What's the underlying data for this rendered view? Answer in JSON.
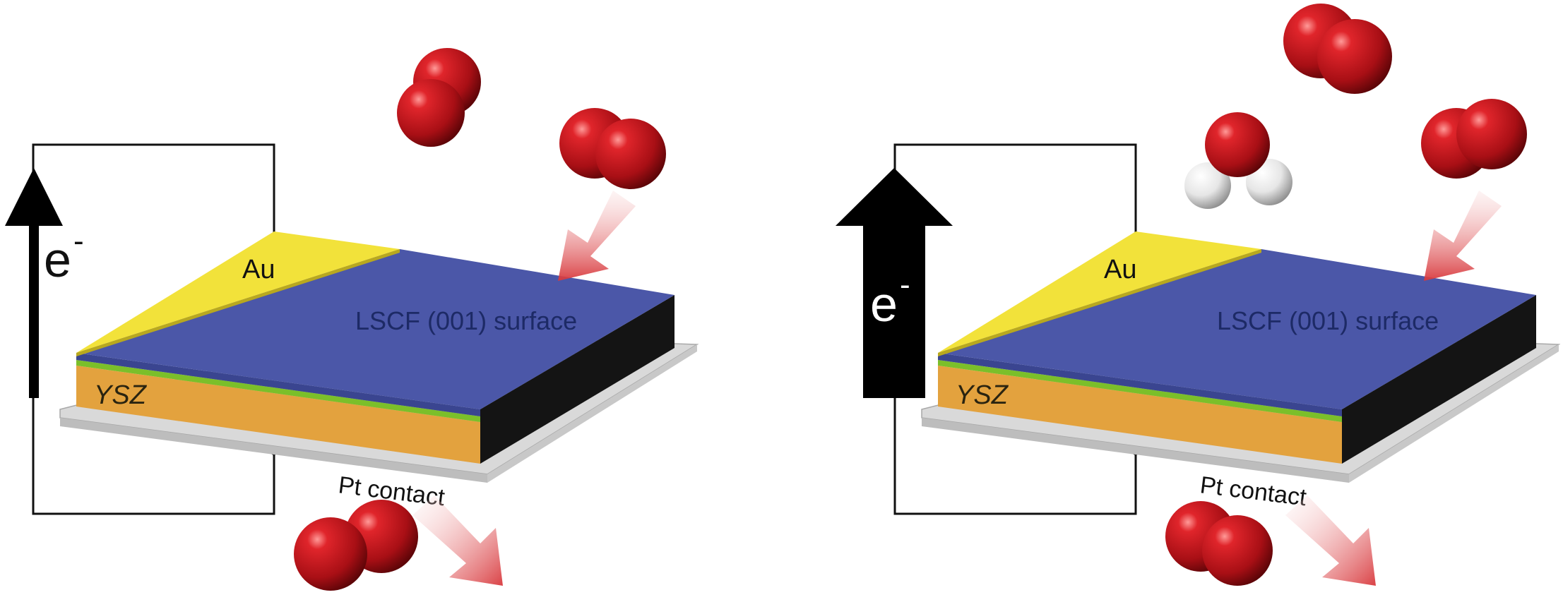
{
  "panels": [
    {
      "label_au": "Au",
      "label_surface": "LSCF (001) surface",
      "label_ysz": "YSZ",
      "label_pt": "Pt contact",
      "label_electron": "e",
      "label_electron_sup": "-"
    },
    {
      "label_au": "Au",
      "label_surface": "LSCF (001) surface",
      "label_ysz": "YSZ",
      "label_pt": "Pt contact",
      "label_electron": "e",
      "label_electron_sup": "-"
    }
  ],
  "colors": {
    "au": "#f2e23a",
    "lscf": "#4b57a8",
    "ysz": "#e3a23e",
    "interlayer": "#7bbf2a",
    "pt": "#d9d9d9",
    "oxygen": "#c0141a",
    "hydrogen": "#f2f2f2",
    "arrow": "#000000"
  },
  "molecules": {
    "panel_1": [
      "O2",
      "O2",
      "O2"
    ],
    "panel_2": [
      "O2",
      "O2",
      "H2O",
      "O2"
    ]
  }
}
